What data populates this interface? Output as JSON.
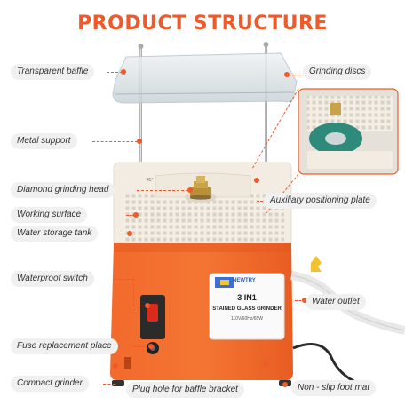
{
  "title": "PRODUCT STRUCTURE",
  "labels": {
    "transparent_baffle": "Transparent baffle",
    "grinding_discs": "Grinding discs",
    "metal_support": "Metal support",
    "diamond_grinding_head": "Diamond grinding head",
    "auxiliary_positioning_plate": "Auxiliary positioning plate",
    "working_surface": "Working surface",
    "water_storage_tank": "Water storage tank",
    "waterproof_switch": "Waterproof switch",
    "water_outlet": "Water outlet",
    "fuse_replacement_place": "Fuse replacement place",
    "compact_grinder": "Compact grinder",
    "plug_hole": "Plug hole for baffle bracket",
    "foot_mat": "Non - slip foot mat"
  },
  "product_sign": {
    "brand": "NEWTRY",
    "model": "3 IN1",
    "subtitle": "STAINED GLASS GRINDER",
    "spec": "110V/60Hz/65W"
  },
  "angle_mark": "45°",
  "colors": {
    "accent": "#ef5a2a",
    "body_orange": "#f26a2c",
    "top_cream": "#f2ece2"
  }
}
